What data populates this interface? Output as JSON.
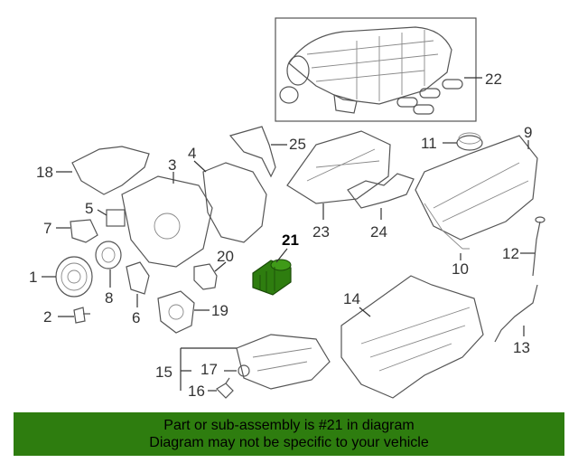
{
  "callouts": {
    "c1": "1",
    "c2": "2",
    "c3": "3",
    "c4": "4",
    "c5": "5",
    "c6": "6",
    "c7": "7",
    "c8": "8",
    "c9": "9",
    "c10": "10",
    "c11": "11",
    "c12": "12",
    "c13": "13",
    "c14": "14",
    "c15": "15",
    "c16": "16",
    "c17": "17",
    "c18": "18",
    "c19": "19",
    "c20": "20",
    "c21": "21",
    "c22": "22",
    "c23": "23",
    "c24": "24",
    "c25": "25"
  },
  "highlight": {
    "color": "#2e7d0f",
    "part": "21"
  },
  "footer": {
    "line1": "Part or sub-assembly is #21 in diagram",
    "line2": "Diagram may not be specific to your vehicle"
  }
}
